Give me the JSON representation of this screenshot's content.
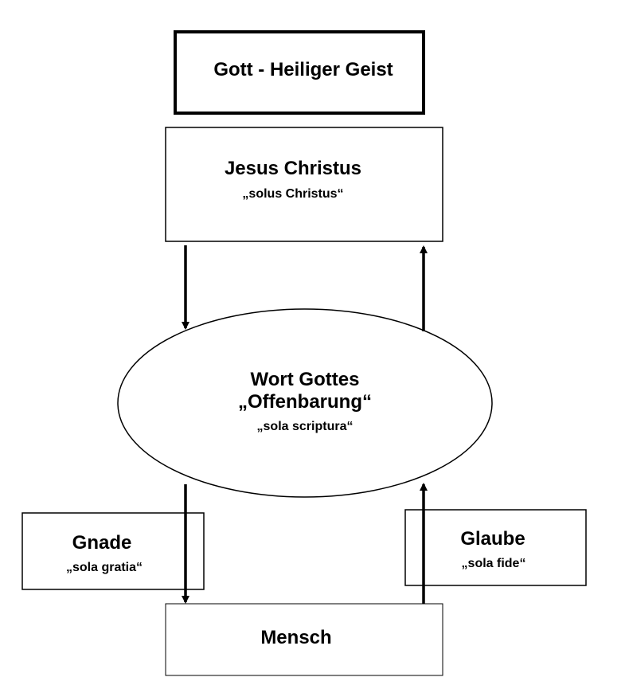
{
  "nodes": {
    "gott": {
      "label": "Gott - Heiliger Geist"
    },
    "jesus": {
      "label": "Jesus Christus",
      "sub": "„solus Christus“"
    },
    "wort": {
      "label": "Wort Gottes",
      "label2": "„Offenbarung“",
      "sub": "„sola scriptura“"
    },
    "gnade": {
      "label": "Gnade",
      "sub": "„sola gratia“"
    },
    "glaube": {
      "label": "Glaube",
      "sub": "„sola fide“"
    },
    "mensch": {
      "label": "Mensch"
    }
  },
  "edges": [
    {
      "from": "jesus",
      "to": "wort"
    },
    {
      "from": "wort",
      "to": "jesus"
    },
    {
      "from": "wort",
      "to": "mensch"
    },
    {
      "from": "mensch",
      "to": "wort"
    }
  ]
}
